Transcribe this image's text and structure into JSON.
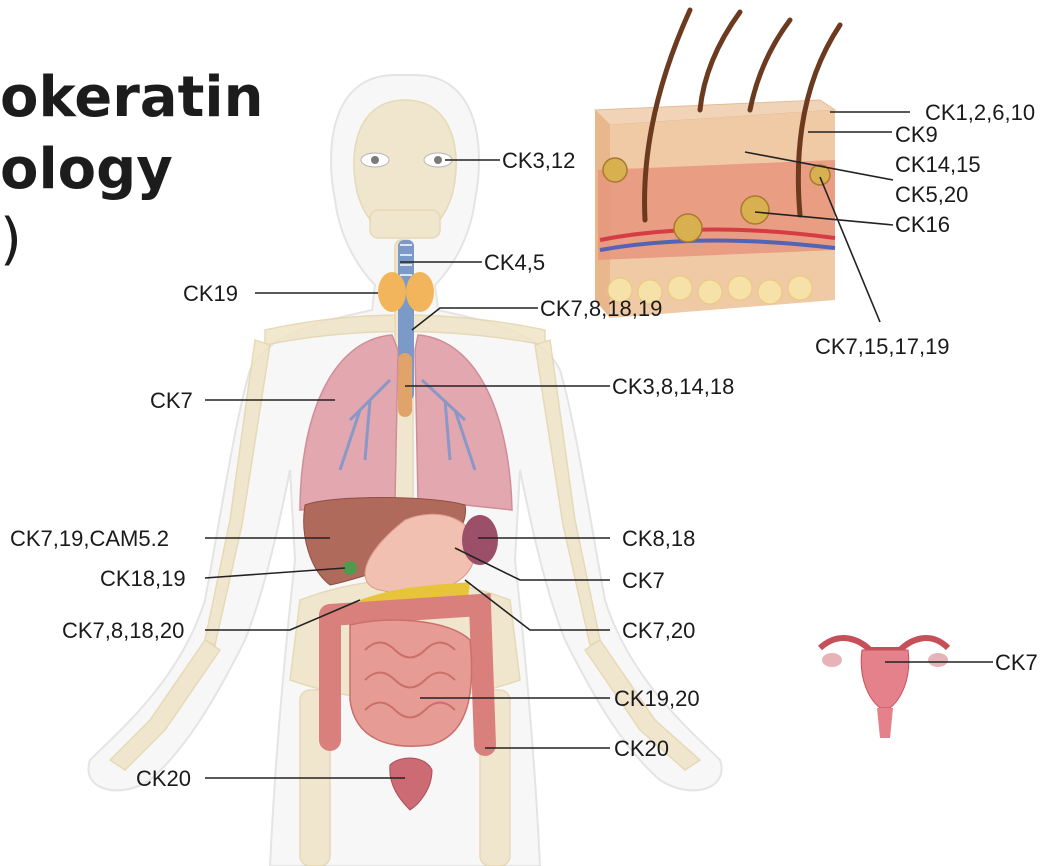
{
  "title": {
    "line1": "okeratin",
    "line2": "ology",
    "line3": ")"
  },
  "labels": {
    "ck3_12": "CK3,12",
    "ck4_5": "CK4,5",
    "ck19": "CK19",
    "ck7_8_18_19": "CK7,8,18,19",
    "ck7_lung": "CK7",
    "ck3_8_14_18": "CK3,8,14,18",
    "ck7_19_cam": "CK7,19,CAM5.2",
    "ck8_18": "CK8,18",
    "ck18_19": "CK18,19",
    "ck7_pancreas": "CK7",
    "ck7_8_18_20": "CK7,8,18,20",
    "ck7_20": "CK7,20",
    "ck19_20": "CK19,20",
    "ck20_colon": "CK20",
    "ck20_bladder": "CK20",
    "ck1_2_6_10": "CK1,2,6,10",
    "ck9": "CK9",
    "ck14_15": "CK14,15",
    "ck5_20": "CK5,20",
    "ck16": "CK16",
    "ck7_15_17_19": "CK7,15,17,19",
    "ck7_uterus": "CK7"
  },
  "colors": {
    "skeleton": "#efe4c6",
    "body_outline": "#e6e6e6",
    "lung": "#e3a7b0",
    "liver": "#b06a5c",
    "intestine": "#d9807d",
    "thyroid": "#f2b55c",
    "skin_top": "#f1d4b8",
    "hair": "#6b3a1f"
  }
}
